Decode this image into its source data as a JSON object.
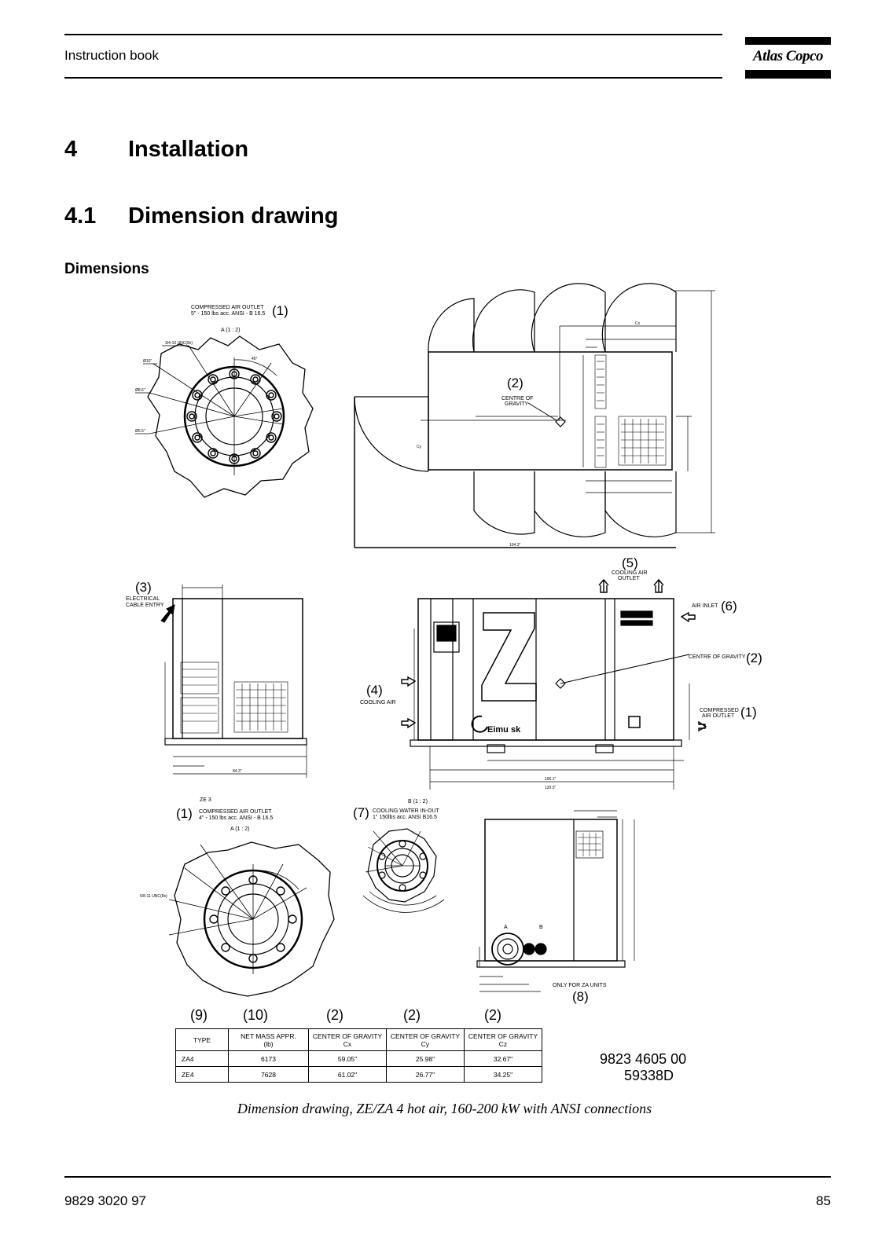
{
  "header": {
    "title": "Instruction book",
    "brand": "Atlas Copco"
  },
  "section": {
    "number": "4",
    "title": "Installation"
  },
  "subsection": {
    "number": "4.1",
    "title": "Dimension drawing"
  },
  "subheading": "Dimensions",
  "drawing": {
    "top_left": {
      "callout": "(1)",
      "note_line1": "COMPRESSED AIR OUTLET",
      "note_line2": "5\" - 150 lbs acc. ANSI - B 16.5",
      "detail": "A (1 : 2)",
      "hole_label": "3/4-10 UNC(8x)",
      "dim1": "Ø10\"",
      "dim2": "Ø8.6\"",
      "dim3": "Ø5.5\"",
      "angle": "45°"
    },
    "top_right": {
      "callout": "(2)",
      "cg_line1": "CENTRE OF",
      "cg_line2": "GRAVITY",
      "overall": "104.3\"",
      "cy": "Cy",
      "cx": "Cx"
    },
    "side_view": {
      "callout": "(3)",
      "cable_line1": "ELECTRICAL",
      "cable_line2": "CABLE ENTRY",
      "width": "84.3\""
    },
    "front_view": {
      "cooling_out_callout": "(5)",
      "cooling_out_line1": "COOLING AIR",
      "cooling_out_line2": "OUTLET",
      "air_inlet_label": "AIR INLET",
      "air_inlet_callout": "(6)",
      "cg_label": "CENTRE OF GRAVITY",
      "cg_callout": "(2)",
      "cooling_in_callout": "(4)",
      "cooling_in_label": "COOLING AIR",
      "outlet_line1": "COMPRESSED",
      "outlet_line2": "AIR OUTLET",
      "outlet_callout": "(1)",
      "overall_1": "106.1\"",
      "overall_2": "120.5\""
    },
    "bottom_left": {
      "model": "ZE 3",
      "callout": "(1)",
      "note_line1": "COMPRESSED AIR OUTLET",
      "note_line2": "4\" - 150 lbs acc. ANSI - B 16.5",
      "detail": "A (1 : 2)",
      "hole_label": "5/8-11 UNC(8x)"
    },
    "bottom_mid": {
      "detail": "B (1 : 2)",
      "callout": "(7)",
      "note_line1": "COOLING WATER IN-OUT",
      "note_line2": "1\" 150lbs acc. ANSI B16.5"
    },
    "bottom_right": {
      "label_a": "A",
      "label_b": "B",
      "note": "ONLY FOR ZA UNITS",
      "callout": "(8)"
    }
  },
  "table": {
    "refs": [
      "(9)",
      "(10)",
      "(2)",
      "(2)",
      "(2)"
    ],
    "headers": [
      [
        "TYPE"
      ],
      [
        "NET MASS APPR.",
        "(lb)"
      ],
      [
        "CENTER OF GRAVITY",
        "Cx"
      ],
      [
        "CENTER OF GRAVITY",
        "Cy"
      ],
      [
        "CENTER OF GRAVITY",
        "Cz"
      ]
    ],
    "rows": [
      [
        "ZA4",
        "6173",
        "59.05\"",
        "25.98\"",
        "32.67\""
      ],
      [
        "ZE4",
        "7628",
        "61.02\"",
        "26.77\"",
        "34.25\""
      ]
    ]
  },
  "part_number": {
    "line1": "9823 4605 00",
    "line2": "59338D"
  },
  "caption": "Dimension drawing, ZE/ZA 4 hot air, 160-200 kW with ANSI connections",
  "footer": {
    "doc_number": "9829 3020 97",
    "page": "85"
  }
}
